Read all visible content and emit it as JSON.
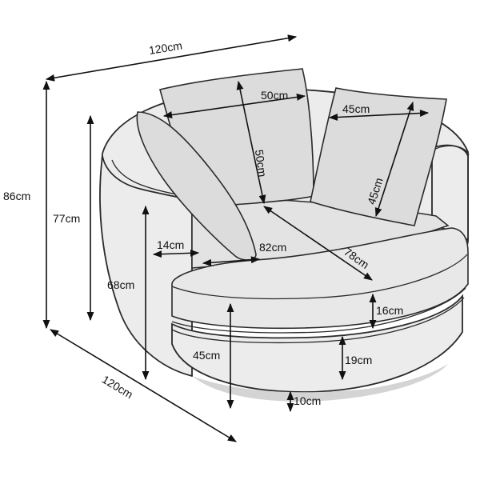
{
  "dimensions": {
    "total_width": "120cm",
    "total_depth": "120cm",
    "total_height": "86cm",
    "backrest_height": "77cm",
    "arm_height": "68cm",
    "seat_height": "45cm",
    "base_height": "19cm",
    "cushion_thickness": "16cm",
    "foot_height": "10cm",
    "seat_width": "82cm",
    "seat_diagonal": "78cm",
    "arm_width": "14cm",
    "back_pillow_width": "50cm",
    "back_pillow_height": "50cm",
    "scatter_pillow_width": "45cm",
    "scatter_pillow_height": "45cm"
  },
  "colors": {
    "upholstery": "#ececec",
    "outline": "#2a2a2a",
    "dimension_lines": "#111111"
  }
}
